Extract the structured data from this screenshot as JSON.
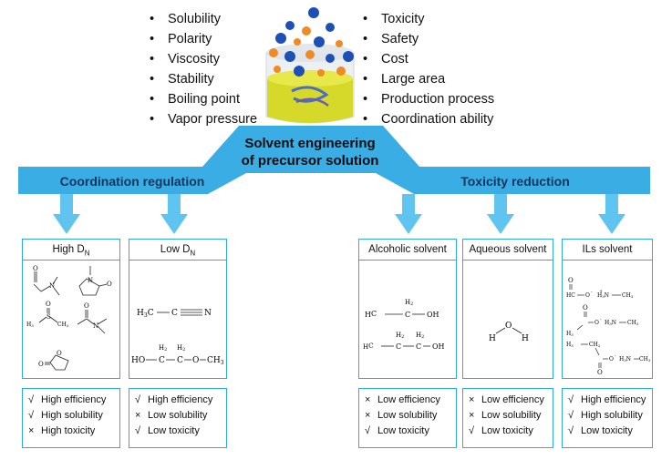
{
  "left_properties": [
    "Solubility",
    "Polarity",
    "Viscosity",
    "Stability",
    "Boiling point",
    "Vapor pressure"
  ],
  "right_properties": [
    "Toxicity",
    "Safety",
    "Cost",
    "Large area",
    "Production process",
    "Coordination ability"
  ],
  "central_title": {
    "line1": "Solvent engineering",
    "line2": "of precursor solution"
  },
  "branches": {
    "left": "Coordination regulation",
    "right": "Toxicity reduction"
  },
  "panels": {
    "high_dn": {
      "title": "High D",
      "sub": "N"
    },
    "low_dn": {
      "title": "Low D",
      "sub": "N"
    },
    "alcoholic": {
      "title": "Alcoholic solvent"
    },
    "aqueous": {
      "title": "Aqueous solvent"
    },
    "ils": {
      "title": "ILs solvent"
    }
  },
  "chem_labels": {
    "acetonitrile": {
      "left": "H",
      "sub3": "3",
      "c": "C",
      "right": "C",
      "n": "N"
    },
    "ether": {
      "ho": "HO",
      "c": "C",
      "h2": "H",
      "two": "2",
      "o": "O",
      "ch3": "CH",
      "three": "3"
    },
    "ethanol": {
      "h3c": "H",
      "c": "C",
      "oh": "OH",
      "h2": "H",
      "two": "2"
    },
    "water": {
      "h": "H",
      "o": "O"
    },
    "ils": {
      "hco": "HC",
      "o": "O",
      "minus": "-",
      "h3n": "H",
      "n": "N",
      "ch3": "CH",
      "h3c": "H",
      "ch2": "CH",
      "plus": "+",
      "three": "3",
      "two": "2"
    },
    "high_dn": {
      "o": "O",
      "n": "N",
      "s": "S",
      "h3c": "H",
      "ch3": "CH",
      "three": "3"
    }
  },
  "property_lists": {
    "high_dn": [
      {
        "mark": "√",
        "text": "High efficiency"
      },
      {
        "mark": "√",
        "text": "High solubility"
      },
      {
        "mark": "×",
        "text": "High toxicity"
      }
    ],
    "low_dn": [
      {
        "mark": "√",
        "text": "High efficiency"
      },
      {
        "mark": "×",
        "text": "Low solubility"
      },
      {
        "mark": "√",
        "text": "Low toxicity"
      }
    ],
    "alcoholic": [
      {
        "mark": "×",
        "text": "Low efficiency"
      },
      {
        "mark": "×",
        "text": "Low solubility"
      },
      {
        "mark": "√",
        "text": "Low toxicity"
      }
    ],
    "aqueous": [
      {
        "mark": "×",
        "text": "Low efficiency"
      },
      {
        "mark": "×",
        "text": "Low solubility"
      },
      {
        "mark": "√",
        "text": "Low toxicity"
      }
    ],
    "ils": [
      {
        "mark": "√",
        "text": "High efficiency"
      },
      {
        "mark": "√",
        "text": "High solubility"
      },
      {
        "mark": "√",
        "text": "Low toxicity"
      }
    ]
  },
  "colors": {
    "banner": "#2fa9e4",
    "arrow": "#5fc4f0",
    "border": "#2fa9e4",
    "beaker_liquid": "#d6d92a",
    "ball_blue": "#1d4fb5",
    "ball_orange": "#f08a24"
  }
}
